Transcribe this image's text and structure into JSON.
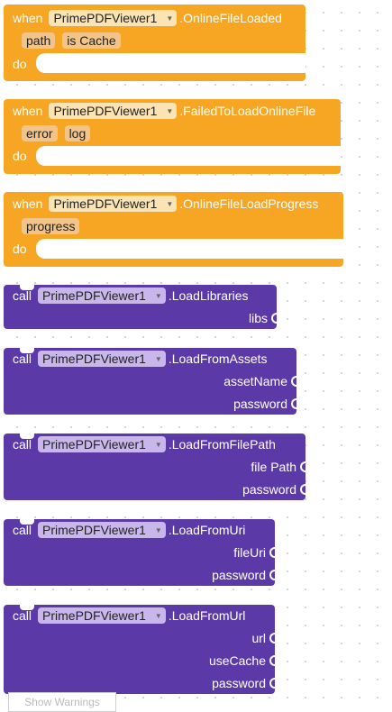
{
  "events": [
    {
      "when": "when",
      "component": "PrimePDFViewer1",
      "event": ".OnlineFileLoaded",
      "params": [
        "path",
        "is Cache"
      ],
      "do": "do"
    },
    {
      "when": "when",
      "component": "PrimePDFViewer1",
      "event": ".FailedToLoadOnlineFile",
      "params": [
        "error",
        "log"
      ],
      "do": "do"
    },
    {
      "when": "when",
      "component": "PrimePDFViewer1",
      "event": ".OnlineFileLoadProgress",
      "params": [
        "progress"
      ],
      "do": "do"
    }
  ],
  "calls": [
    {
      "call": "call",
      "component": "PrimePDFViewer1",
      "method": ".LoadLibraries",
      "args": [
        "libs"
      ]
    },
    {
      "call": "call",
      "component": "PrimePDFViewer1",
      "method": ".LoadFromAssets",
      "args": [
        "assetName",
        "password"
      ]
    },
    {
      "call": "call",
      "component": "PrimePDFViewer1",
      "method": ".LoadFromFilePath",
      "args": [
        "file Path",
        "password"
      ]
    },
    {
      "call": "call",
      "component": "PrimePDFViewer1",
      "method": ".LoadFromUri",
      "args": [
        "fileUri",
        "password"
      ]
    },
    {
      "call": "call",
      "component": "PrimePDFViewer1",
      "method": ".LoadFromUrl",
      "args": [
        "url",
        "useCache",
        "password"
      ]
    }
  ],
  "footer": {
    "show_warnings": "Show Warnings"
  },
  "colors": {
    "event_block": "#f6a623",
    "method_block": "#5b3aa8",
    "background": "#ffffff"
  }
}
